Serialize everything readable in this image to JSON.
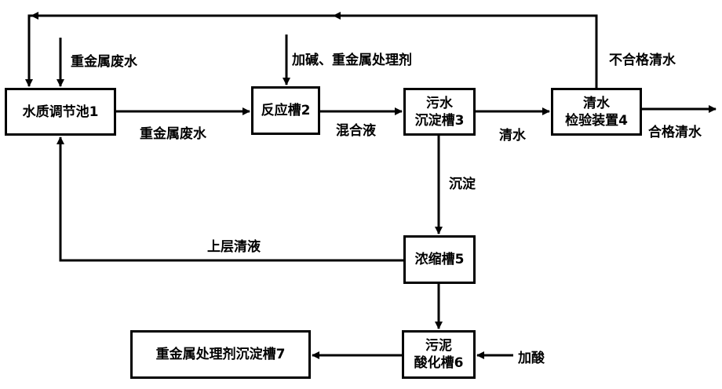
{
  "nodes": {
    "n1": {
      "lines": [
        "水质调节池1"
      ]
    },
    "n2": {
      "lines": [
        "反应槽2"
      ]
    },
    "n3": {
      "lines": [
        "污水",
        "沉淀槽3"
      ]
    },
    "n4": {
      "lines": [
        "清水",
        "检验装置4"
      ]
    },
    "n5": {
      "lines": [
        "浓缩槽5"
      ]
    },
    "n6": {
      "lines": [
        "污泥",
        "酸化槽6"
      ]
    },
    "n7": {
      "lines": [
        "重金属处理剂沉淀槽7"
      ]
    }
  },
  "labels": {
    "input_wastewater": "重金属废水",
    "n1_to_n2": "重金属废水",
    "add_reagent": "加碱、重金属处理剂",
    "n2_to_n3": "混合液",
    "n3_to_n4": "清水",
    "qualified_out": "合格清水",
    "unqualified_return": "不合格清水",
    "n3_to_n5": "沉淀",
    "n5_to_n1": "上层清液",
    "add_acid": "加酸"
  },
  "edges": [
    {
      "from": "external",
      "to": "n1",
      "label": "重金属废水"
    },
    {
      "from": "n1",
      "to": "n2",
      "label": "重金属废水"
    },
    {
      "from": "external",
      "to": "n2",
      "label": "加碱、重金属处理剂"
    },
    {
      "from": "n2",
      "to": "n3",
      "label": "混合液"
    },
    {
      "from": "n3",
      "to": "n4",
      "label": "清水"
    },
    {
      "from": "n4",
      "to": "external",
      "label": "合格清水"
    },
    {
      "from": "n4",
      "to": "n1",
      "label": "不合格清水"
    },
    {
      "from": "n3",
      "to": "n5",
      "label": "沉淀"
    },
    {
      "from": "n5",
      "to": "n1",
      "label": "上层清液"
    },
    {
      "from": "n5",
      "to": "n6",
      "label": ""
    },
    {
      "from": "external",
      "to": "n6",
      "label": "加酸"
    },
    {
      "from": "n6",
      "to": "n7",
      "label": ""
    }
  ]
}
